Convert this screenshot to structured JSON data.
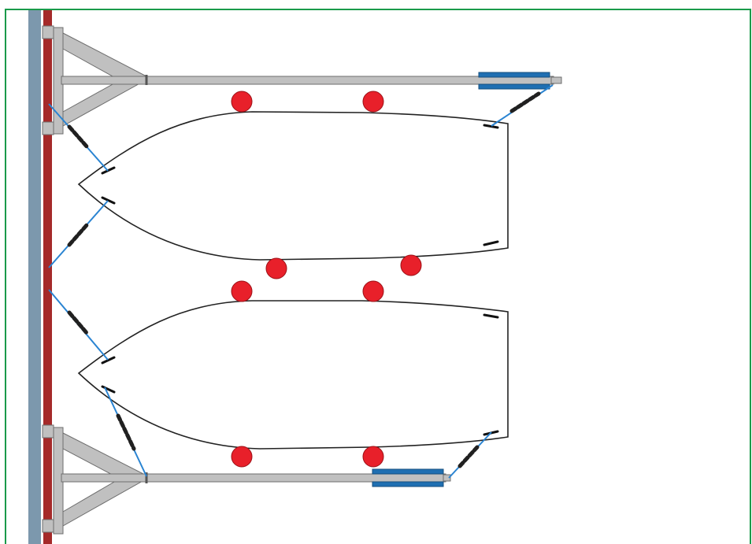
{
  "colors": {
    "frame_border": "#1a9a4a",
    "dock_stripe": "#7c98ad",
    "dock_edge": "#a52a2a",
    "arm_fill": "#c0c0c0",
    "arm_stroke": "#6e6e6e",
    "whip_pole": "#1f6fb2",
    "fender": "#e8202a",
    "line_blue": "#2a84d2",
    "spring_dark": "#202020",
    "hull_stroke": "#222222"
  },
  "diagram": {
    "fender_count": 8,
    "boats": 2,
    "dock_arms": 2,
    "whip_poles": 2
  }
}
